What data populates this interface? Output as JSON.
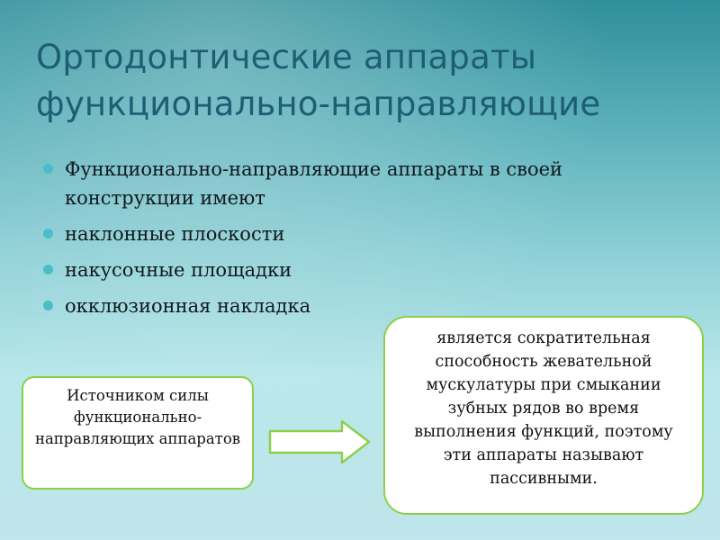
{
  "slide": {
    "title": "Ортодонтические аппараты функционально-направляющие",
    "bullets": [
      "Функционально-направляющие аппараты в своей конструкции имеют",
      "наклонные плоскости",
      "накусочные площадки",
      "окклюзионная накладка"
    ],
    "left_box": "Источником силы функционально-направляющих аппаратов",
    "right_box": "является сократительная способность жевательной мускулатуры при смыкании зубных рядов во время выполнения функций, поэтому эти аппараты называют пассивными.",
    "arrow_icon": "right-arrow-icon",
    "colors": {
      "title": "#1e5d73",
      "bullet": "#48bfc8",
      "box_border": "#8ccf4a"
    }
  }
}
